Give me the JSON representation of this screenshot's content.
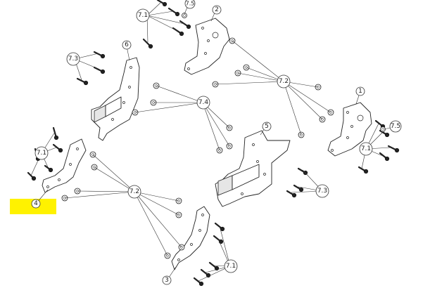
{
  "labels": {
    "p1": "1",
    "p2": "2",
    "p3": "3",
    "p4": "4",
    "p5": "5",
    "p6": "6",
    "c71": "7.1",
    "c72": "7.2",
    "c73": "7.3",
    "c74": "7.4",
    "c75": "7.5"
  },
  "highlight_color": "#fff200"
}
